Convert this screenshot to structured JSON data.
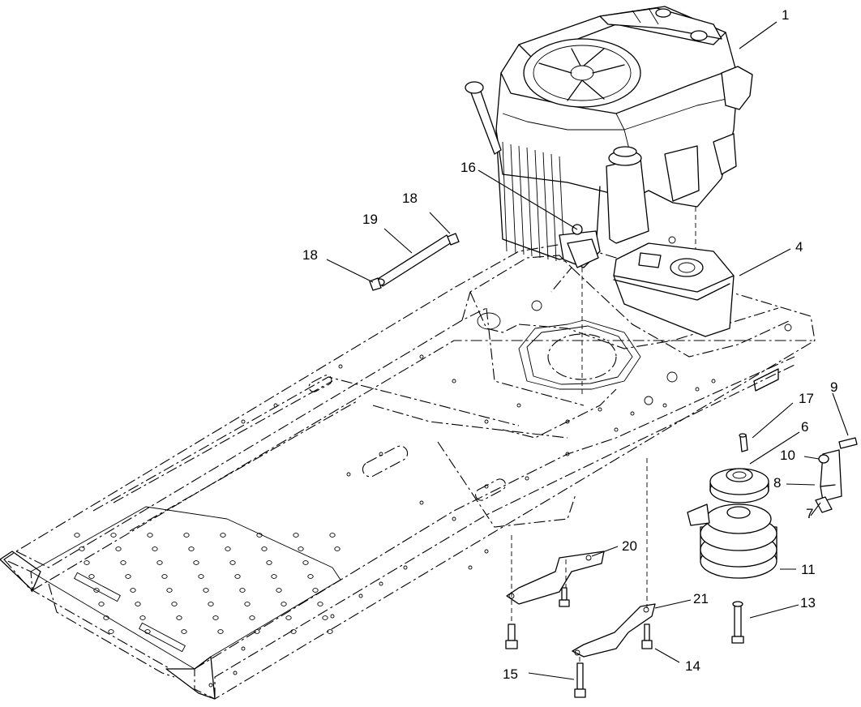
{
  "diagram": {
    "callouts": [
      {
        "id": "c1",
        "label": "1"
      },
      {
        "id": "c4",
        "label": "4"
      },
      {
        "id": "c6",
        "label": "6"
      },
      {
        "id": "c7",
        "label": "7"
      },
      {
        "id": "c8",
        "label": "8"
      },
      {
        "id": "c9",
        "label": "9"
      },
      {
        "id": "c10",
        "label": "10"
      },
      {
        "id": "c11",
        "label": "11"
      },
      {
        "id": "c13",
        "label": "13"
      },
      {
        "id": "c14",
        "label": "14"
      },
      {
        "id": "c15",
        "label": "15"
      },
      {
        "id": "c16",
        "label": "16"
      },
      {
        "id": "c17",
        "label": "17"
      },
      {
        "id": "c18a",
        "label": "18"
      },
      {
        "id": "c18b",
        "label": "18"
      },
      {
        "id": "c19",
        "label": "19"
      },
      {
        "id": "c20",
        "label": "20"
      },
      {
        "id": "c21",
        "label": "21"
      }
    ]
  }
}
